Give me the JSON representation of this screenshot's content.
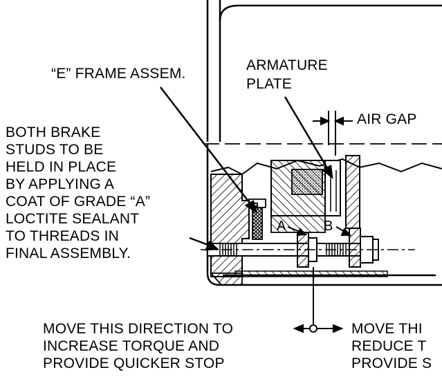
{
  "labels": {
    "e_frame": "“E” FRAME ASSEM.",
    "armature_line1": "ARMATURE",
    "armature_line2": "PLATE",
    "air_gap": "AIR GAP",
    "note_lines": [
      "BOTH BRAKE",
      "STUDS TO BE",
      "HELD IN PLACE",
      "BY APPLYING A",
      "COAT OF GRADE “A”",
      "LOCTITE SEALANT",
      "TO THREADS IN",
      "FINAL ASSEMBLY."
    ],
    "point_a": "A",
    "point_b": "B",
    "left_direction": [
      "MOVE THIS DIRECTION TO",
      "INCREASE TORQUE AND",
      "PROVIDE QUICKER STOP"
    ],
    "right_direction": [
      "MOVE THI",
      "REDUCE T",
      "PROVIDE S"
    ]
  },
  "colors": {
    "ink": "#000000",
    "paper": "#ffffff"
  }
}
